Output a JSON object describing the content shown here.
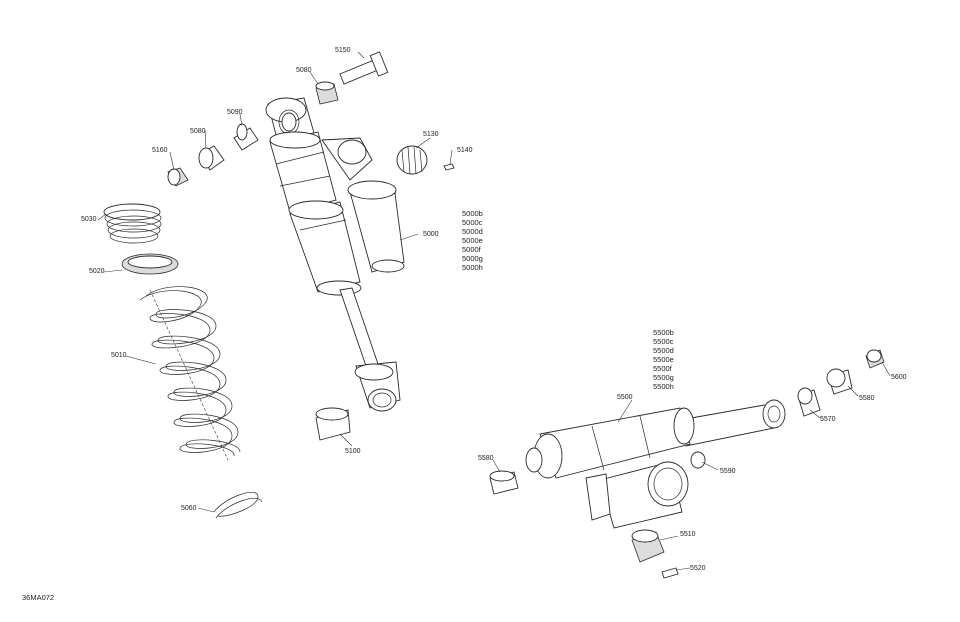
{
  "figure_id": "36MA072",
  "callouts": [
    {
      "id": "5150",
      "text": "5150"
    },
    {
      "id": "5080a",
      "text": "5080"
    },
    {
      "id": "5090",
      "text": "5090"
    },
    {
      "id": "5080b",
      "text": "5080"
    },
    {
      "id": "5160",
      "text": "5160"
    },
    {
      "id": "5130",
      "text": "5130"
    },
    {
      "id": "5140",
      "text": "5140"
    },
    {
      "id": "5030",
      "text": "5030"
    },
    {
      "id": "5020",
      "text": "5020"
    },
    {
      "id": "5010",
      "text": "5010"
    },
    {
      "id": "5060",
      "text": "5060"
    },
    {
      "id": "5000",
      "text": "5000"
    },
    {
      "id": "5100",
      "text": "5100"
    },
    {
      "id": "5500",
      "text": "5500"
    },
    {
      "id": "5580a",
      "text": "5580"
    },
    {
      "id": "5600",
      "text": "5600"
    },
    {
      "id": "5580b",
      "text": "5580"
    },
    {
      "id": "5570",
      "text": "5570"
    },
    {
      "id": "5590",
      "text": "5590"
    },
    {
      "id": "5510",
      "text": "5510"
    },
    {
      "id": "5520",
      "text": "5520"
    }
  ],
  "variants_5000": [
    "5000b",
    "5000c",
    "5000d",
    "5000e",
    "5000f",
    "5000g",
    "5000h"
  ],
  "variants_5500": [
    "5500b",
    "5500c",
    "5500d",
    "5500e",
    "5500f",
    "5500g",
    "5500h"
  ]
}
